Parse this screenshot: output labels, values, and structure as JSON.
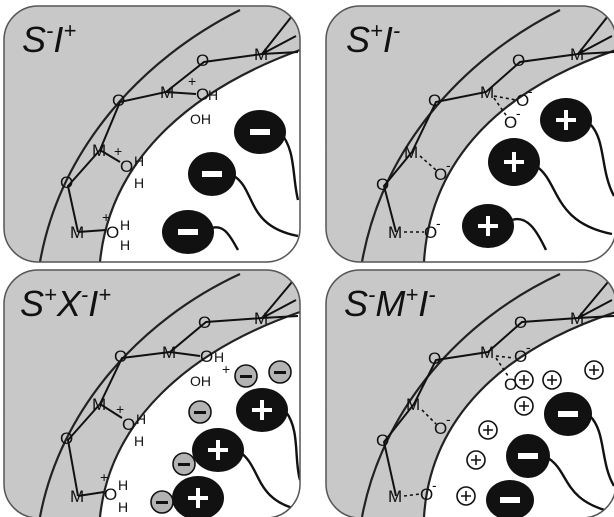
{
  "panels": [
    {
      "label_main": "S",
      "label_sup1": "-",
      "label_mid": "I",
      "label_sup2": "+"
    },
    {
      "label_main": "S",
      "label_sup1": "+",
      "label_mid": "I",
      "label_sup2": "-"
    },
    {
      "label_main": "S",
      "label_sup1": "+",
      "label_mid": "X",
      "label_sup2": "-",
      "label_end": "I",
      "label_sup3": "+"
    },
    {
      "label_main": "S",
      "label_sup1": "-",
      "label_mid": "M",
      "label_sup2": "+",
      "label_end": "I",
      "label_sup3": "-"
    }
  ],
  "atoms": {
    "metal": "M",
    "oxygen": "O",
    "hydrogen": "H",
    "hydroxyl": "OH"
  },
  "charges": {
    "plus": "+",
    "minus": "-",
    "minus_glyph": "−"
  },
  "colors": {
    "panel_bg": "#c9c9c9",
    "headgroup": "#111111",
    "halide": "#b3b3b3",
    "ink": "#111111"
  }
}
